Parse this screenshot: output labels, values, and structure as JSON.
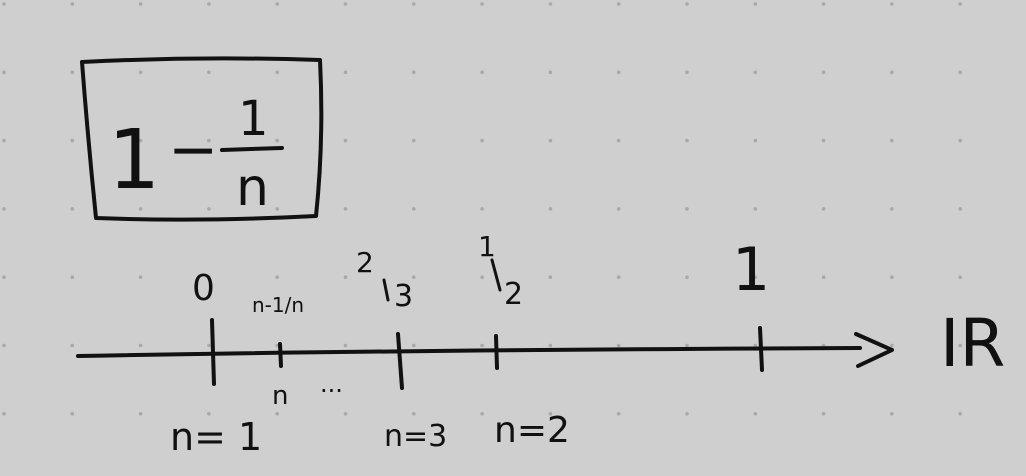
{
  "formula": {
    "whole": "1",
    "operator": "−",
    "numerator": "1",
    "denominator": "n"
  },
  "axis": {
    "label": "IR"
  },
  "points_above": {
    "zero": "0",
    "general": "n-1/n",
    "two_thirds_num": "2",
    "two_thirds_den": "3",
    "half_num": "1",
    "half_den": "2",
    "one": "1"
  },
  "points_below": {
    "n1": "n= 1",
    "n_general": "n",
    "dots": "...",
    "n3": "n=3",
    "n2": "n=2"
  },
  "colors": {
    "background": "#cfcfcf",
    "dot_grid": "#a8a8a8",
    "ink": "#111111"
  }
}
